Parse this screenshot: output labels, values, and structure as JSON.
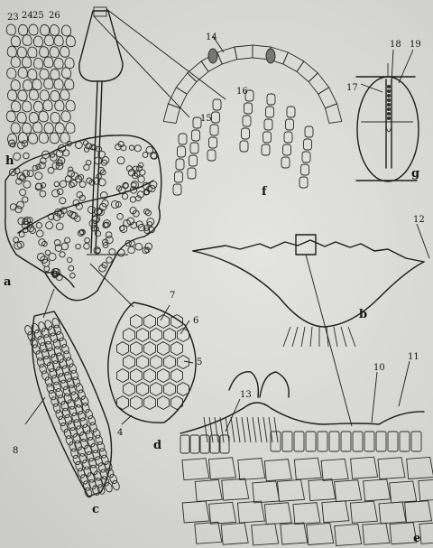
{
  "panels": {
    "a": "a",
    "b": "b",
    "c": "c",
    "d": "d",
    "e": "e",
    "f": "f",
    "g": "g",
    "h": "h"
  },
  "labels": {
    "n4": "4",
    "n5": "5",
    "n6": "6",
    "n7": "7",
    "n8": "8",
    "n10": "10",
    "n11": "11",
    "n12": "12",
    "n13": "13",
    "n14": "14",
    "n15": "15",
    "n16": "16",
    "n17": "17",
    "n18": "18",
    "n19": "19",
    "n23": "23",
    "n24": "24",
    "n25": "25",
    "n26": "26"
  }
}
